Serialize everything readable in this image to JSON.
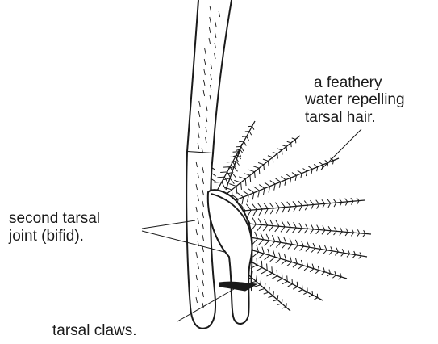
{
  "labels": {
    "tarsal_hair": [
      "a feathery",
      "water repelling",
      "tarsal hair."
    ],
    "second_joint": [
      "second tarsal",
      "joint (bifid)."
    ],
    "claws": "tarsal claws."
  },
  "colors": {
    "ink": "#1a1a1a",
    "paper": "#ffffff"
  }
}
